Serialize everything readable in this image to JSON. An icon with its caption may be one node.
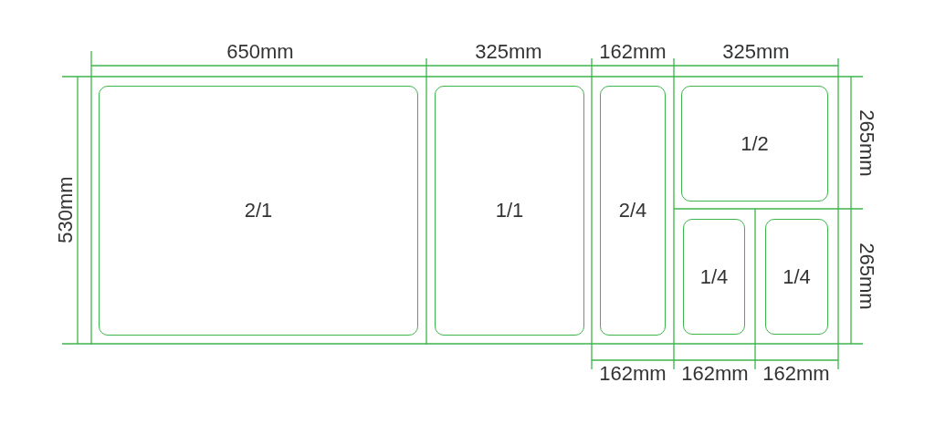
{
  "diagram": {
    "nodes": [
      {
        "text": [
          "2/1"
        ]
      },
      {
        "text": [
          "1/1"
        ]
      },
      {
        "text": [
          "2/4"
        ]
      },
      {
        "text": [
          "1/2"
        ]
      },
      {
        "text": [
          "1/4"
        ]
      },
      {
        "text": [
          "1/4"
        ]
      }
    ],
    "edges": [],
    "labels": [
      "650mm",
      "325mm",
      "162mm",
      "325mm",
      "530mm",
      "265mm",
      "265mm",
      "162mm",
      "162mm",
      "162mm"
    ]
  }
}
